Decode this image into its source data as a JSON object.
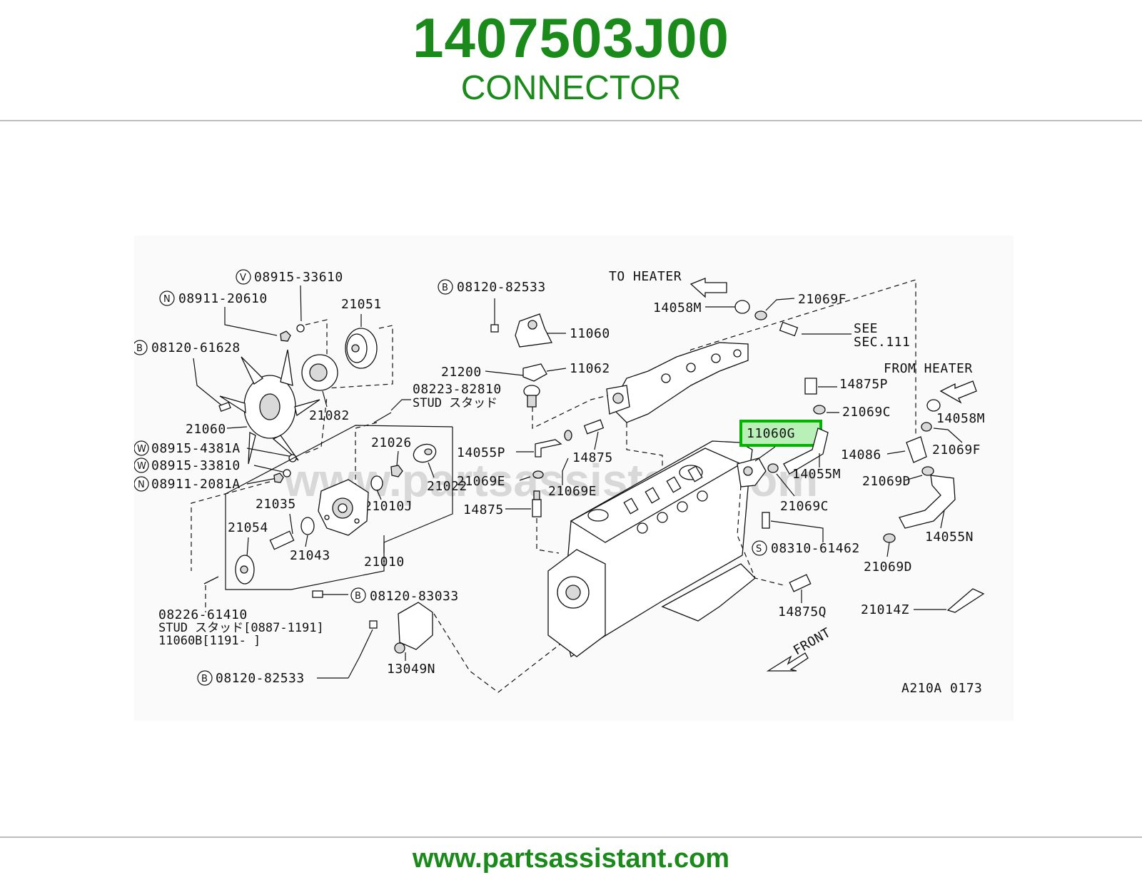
{
  "header": {
    "part_number": "1407503J00",
    "part_name": "CONNECTOR"
  },
  "footer": {
    "url": "www.partsassistant.com"
  },
  "diagram": {
    "code": "A210A 0173",
    "watermark": "www.partsassistant.com",
    "highlighted_part": "11060G",
    "highlight_color": "#00b400",
    "callouts": {
      "to_heater": "TO HEATER",
      "from_heater": "FROM HEATER",
      "see_sec_1": "SEE",
      "see_sec_2": "SEC.111",
      "front": "FRONT",
      "stud_1": "STUD スタッド",
      "stud_2": "STUD スタッド[0887-1191]",
      "stud_3": "11060B[1191-     ]"
    },
    "labels": {
      "p08915_33610": "08915-33610",
      "p08911_20610": "08911-20610",
      "p21051": "21051",
      "p08120_61628": "08120-61628",
      "p21082": "21082",
      "p21060": "21060",
      "p08915_4381A": "08915-4381A",
      "p08915_33810": "08915-33810",
      "p08911_2081A": "08911-2081A",
      "p08223_82810": "08223-82810",
      "p21026": "21026",
      "p21022": "21022",
      "p21010J": "21010J",
      "p21035": "21035",
      "p21054": "21054",
      "p21043": "21043",
      "p21010": "21010",
      "p08226_61410": "08226-61410",
      "p08120_83033": "08120-83033",
      "p13049N": "13049N",
      "p08120_82533_a": "08120-82533",
      "p08120_82533_b": "08120-82533",
      "p11060": "11060",
      "p11062": "11062",
      "p21200": "21200",
      "p14055P": "14055P",
      "p14875_a": "14875",
      "p21069E_a": "21069E",
      "p21069E_b": "21069E",
      "p14875_b": "14875",
      "p14058M_a": "14058M",
      "p21069F_a": "21069F",
      "p14875P": "14875P",
      "p21069C_a": "21069C",
      "p11060G": "11060G",
      "p14055M": "14055M",
      "p21069C_b": "21069C",
      "p08310_61462": "08310-61462",
      "p14875Q": "14875Q",
      "p14058M_b": "14058M",
      "p14086": "14086",
      "p21069F_b": "21069F",
      "p21069D_a": "21069D",
      "p14055N": "14055N",
      "p21069D_b": "21069D",
      "p21014Z": "21014Z"
    },
    "prefixes": {
      "V": "V",
      "N": "N",
      "B": "B",
      "W": "W",
      "S": "S"
    }
  }
}
